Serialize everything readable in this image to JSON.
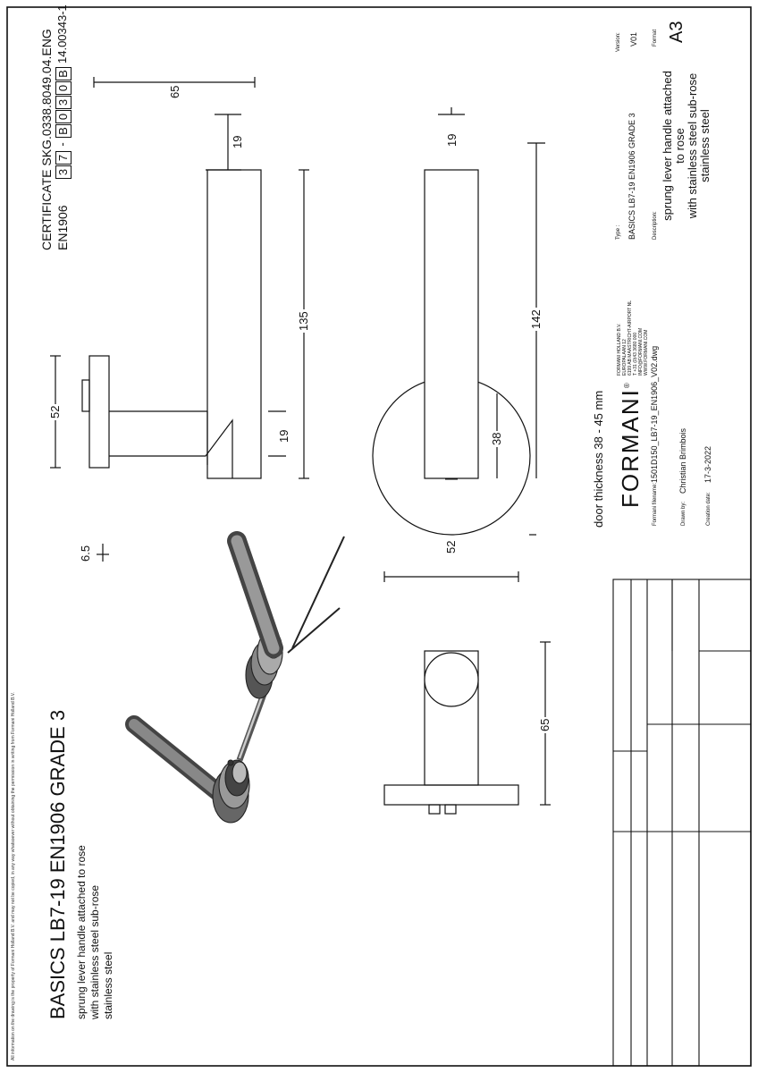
{
  "copyright_notice": "All information on the drawing is the property of Formani Holland B.V. and may not be copied, in any way whatsoever without obtaining the permission in writing from Formani Holland B.V.",
  "product": {
    "title": "BASICS LB7-19 EN1906 GRADE 3",
    "lines": [
      "sprung lever handle attached to rose",
      "with stainless steel sub-rose",
      "stainless steel"
    ]
  },
  "certificate": {
    "line1": "CERTIFICATE SKG.0338.8049.04.ENG",
    "standard": "EN1906",
    "code_boxes": [
      "3",
      "7",
      "-",
      "B",
      "0",
      "3",
      "0",
      "B"
    ],
    "code_suffix": "14.00343-1"
  },
  "dimensions": {
    "top_view": {
      "rose_depth": "52",
      "lever_length": "135",
      "lever_thickness": "19",
      "sub_height": "6.5",
      "overall_length": "65"
    },
    "front_view": {
      "rose_diameter": "52",
      "lever_width": "19",
      "lever_height": "38",
      "total_length": "142"
    },
    "side_view": {
      "projection": "65"
    }
  },
  "door_thickness": "door thickness 38 - 45 mm",
  "title_block": {
    "brand": "FORMANI",
    "brand_mark": "®",
    "company_lines": [
      "FORMANI HOLLAND B.V.",
      "EUROPALAAN 12",
      "6199 AB MAASTRICHT-AIRPORT NL",
      "T +31 (0)43 3680 000",
      "INFO@FORMANI.COM",
      "WWW.FORMANI.COM"
    ],
    "type_label": "Type :",
    "type_value": "BASICS LB7-19 EN1906 GRADE 3",
    "version_label": "Version:",
    "version_value": "V01",
    "filename_label": "Formani filename:",
    "filename_value": "1501D150_LB7-19_EN1906_V02.dwg",
    "description_label": "Description:",
    "description_lines": [
      "sprung lever handle attached",
      "to rose",
      "with stainless steel sub-rose",
      "stainless steel"
    ],
    "format_label": "Format",
    "format_value": "A3",
    "drawn_label": "Drawn by:",
    "drawn_value": "Christian Brimbois",
    "creation_label": "Creation date:",
    "creation_value": "17-3-2022"
  }
}
